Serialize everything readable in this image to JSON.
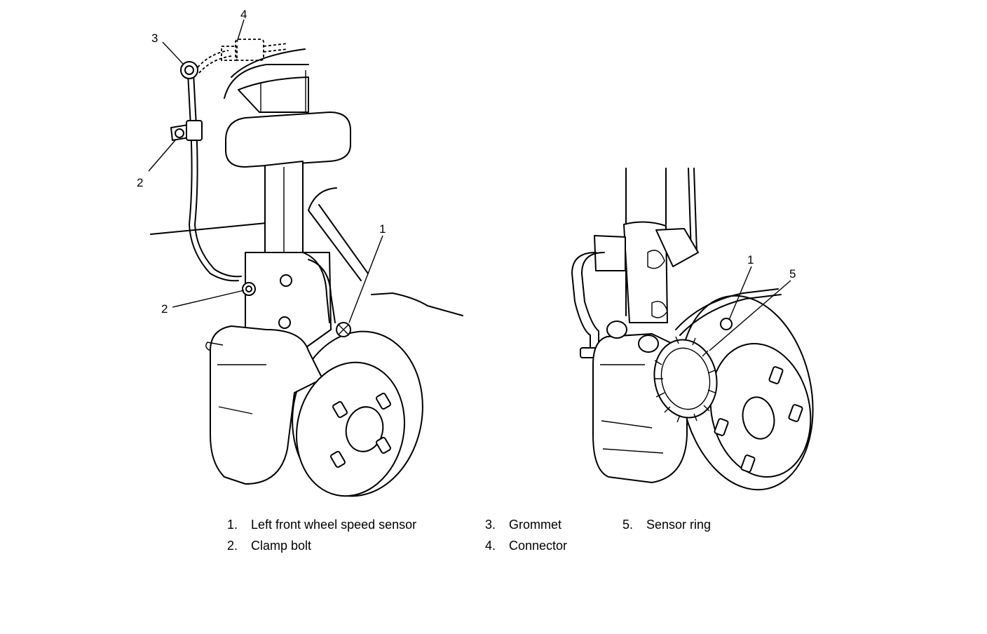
{
  "diagram": {
    "left_view_callouts": [
      {
        "id": "callout-3",
        "label": "3"
      },
      {
        "id": "callout-4",
        "label": "4"
      },
      {
        "id": "callout-2-top",
        "label": "2"
      },
      {
        "id": "callout-2-bottom",
        "label": "2"
      },
      {
        "id": "callout-1-left",
        "label": "1"
      }
    ],
    "right_view_callouts": [
      {
        "id": "callout-1-right",
        "label": "1"
      },
      {
        "id": "callout-5",
        "label": "5"
      }
    ]
  },
  "legend": [
    {
      "num": "1.",
      "text": "Left front wheel speed sensor"
    },
    {
      "num": "2.",
      "text": "Clamp bolt"
    },
    {
      "num": "3.",
      "text": "Grommet"
    },
    {
      "num": "4.",
      "text": "Connector"
    },
    {
      "num": "5.",
      "text": "Sensor ring"
    }
  ]
}
